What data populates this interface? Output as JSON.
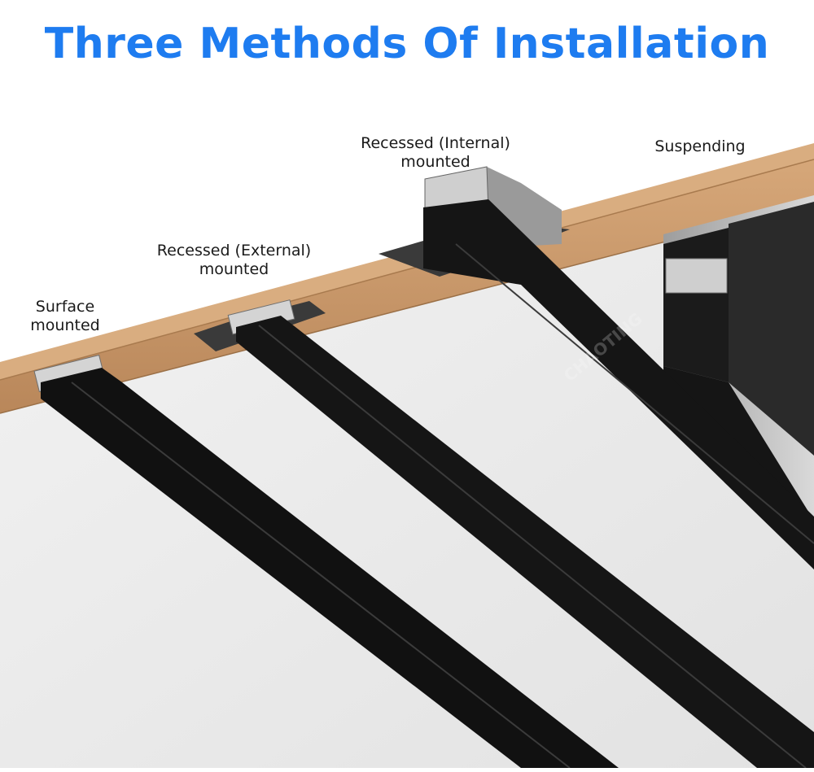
{
  "title": "Three Methods Of Installation",
  "labels": {
    "surface": {
      "line1": "Surface",
      "line2": "mounted"
    },
    "external": {
      "line1": "Recessed (External)",
      "line2": "mounted"
    },
    "internal": {
      "line1": "Recessed (Internal)",
      "line2": "mounted"
    },
    "suspending": {
      "line1": "Suspending"
    }
  },
  "watermark": "CHAOTING",
  "colors": {
    "title": "#1e7cf0",
    "wood": "#c9986a",
    "wood_dark": "#a87a4e",
    "ceiling": "#e9e9e9",
    "profile": "#141414",
    "aluminum": "#c8c8c8"
  }
}
